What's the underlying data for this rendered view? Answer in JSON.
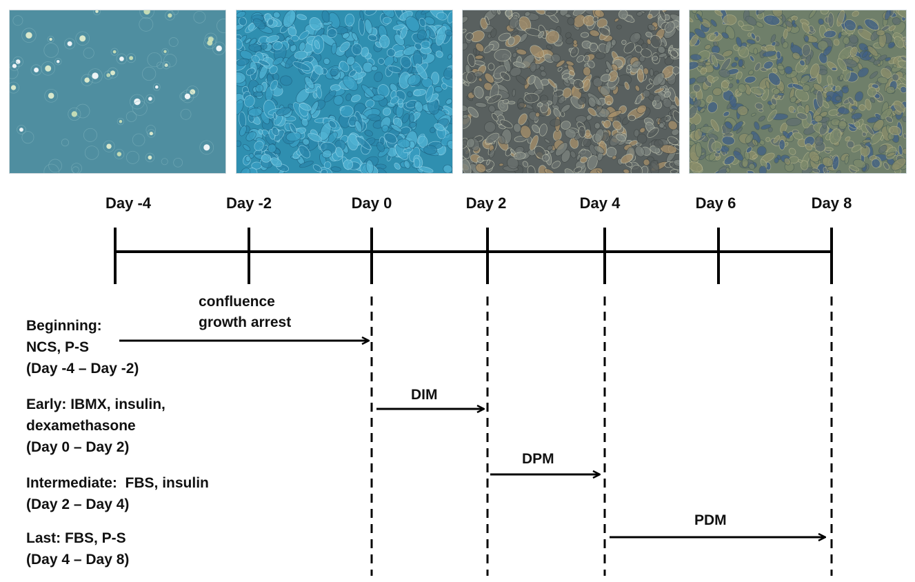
{
  "images": [
    {
      "name": "micrograph-sparse-cells",
      "bg": "#4f8ea0"
    },
    {
      "name": "micrograph-confluent-cells",
      "bg": "#2f8fb0"
    },
    {
      "name": "micrograph-differentiating-cells",
      "bg": "#59605f"
    },
    {
      "name": "micrograph-adipocytes",
      "bg": "#6f7f6a"
    }
  ],
  "timeline": {
    "days": [
      "Day -4",
      "Day -2",
      "Day 0",
      "Day 2",
      "Day 4",
      "Day 6",
      "Day 8"
    ]
  },
  "stages": [
    {
      "lines": [
        "Beginning:",
        "NCS, P-S",
        "(Day -4 – Day -2)"
      ]
    },
    {
      "lines": [
        "Early: IBMX, insulin,",
        "dexamethasone",
        "(Day 0 – Day 2)"
      ]
    },
    {
      "lines": [
        "Intermediate:  FBS, insulin",
        "(Day 2 – Day 4)"
      ]
    },
    {
      "lines": [
        "Last: FBS, P-S",
        "(Day 4 – Day 8)"
      ]
    }
  ],
  "arrows": {
    "confluence": [
      "confluence",
      "growth arrest"
    ],
    "dim": "DIM",
    "dpm": "DPM",
    "pdm": "PDM"
  }
}
